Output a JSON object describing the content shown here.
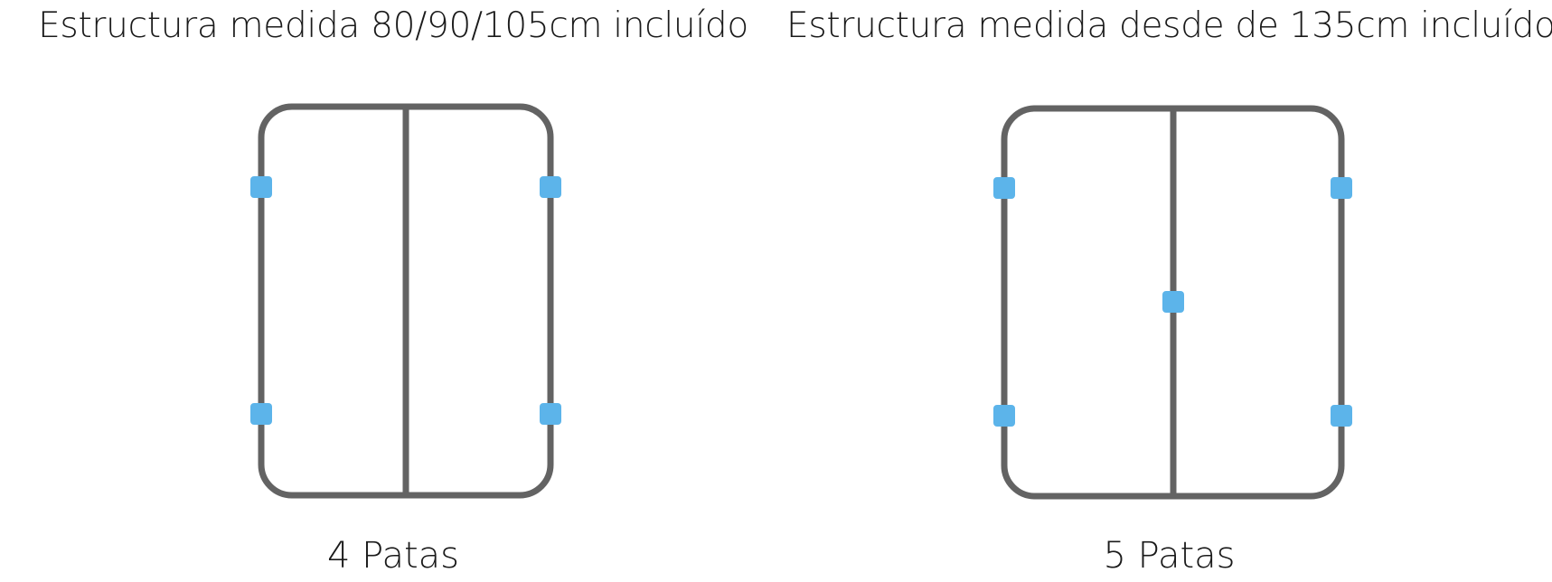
{
  "colors": {
    "frame": "#636363",
    "leg": "#5cb4ea",
    "text": "#1a1a1a",
    "background": "#ffffff"
  },
  "diagrams": [
    {
      "title": "Estructura medida 80/90/105cm incluído",
      "caption": "4 Patas",
      "leg_count": 4
    },
    {
      "title": "Estructura medida desde de 135cm incluído",
      "caption": "5 Patas",
      "leg_count": 5
    }
  ]
}
